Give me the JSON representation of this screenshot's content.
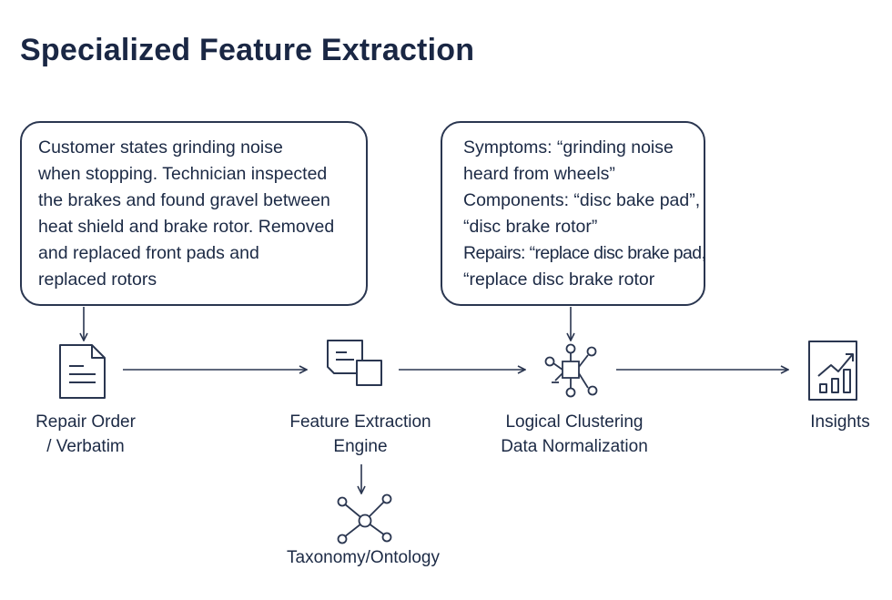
{
  "title": "Specialized Feature Extraction",
  "verbatim_note": {
    "lines": [
      "Customer states grinding noise",
      "when stopping. Technician inspected",
      "the brakes and found gravel between",
      "heat shield and brake rotor. Removed",
      "and replaced front pads and",
      "replaced rotors"
    ]
  },
  "features_note": {
    "lines": [
      "Symptoms: “grinding noise",
      "heard from wheels”",
      "Components: “disc bake pad”,",
      "“disc brake rotor”",
      "Repairs: “replace disc brake pad,",
      "“replace disc brake rotor"
    ]
  },
  "nodes": {
    "repair_order": {
      "line1": "Repair Order",
      "line2": "/ Verbatim",
      "icon": "document-icon"
    },
    "feature_engine": {
      "line1": "Feature Extraction",
      "line2": "Engine",
      "icon": "copy-documents-icon"
    },
    "clustering": {
      "line1": "Logical Clustering",
      "line2": "Data Normalization",
      "icon": "network-cluster-icon"
    },
    "insights": {
      "line1": "Insights",
      "icon": "bar-chart-trend-icon"
    },
    "taxonomy": {
      "line1": "Taxonomy/Ontology",
      "icon": "network-graph-icon"
    }
  },
  "colors": {
    "ink": "#1c2a45",
    "title": "#1a2744",
    "stroke": "#2a3650"
  }
}
